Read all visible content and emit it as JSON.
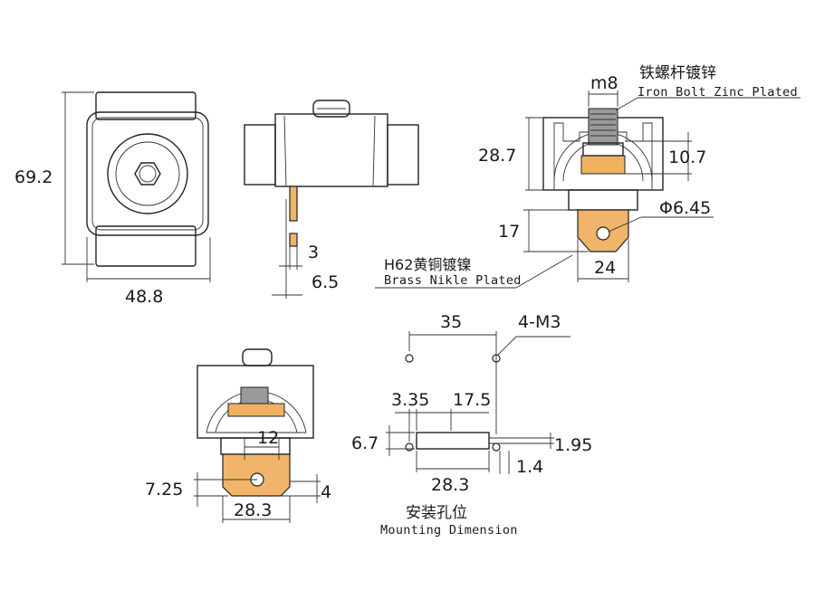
{
  "dimensions": {
    "front_height": "69.2",
    "front_width": "48.8",
    "side_thick": "3",
    "side_offset": "6.5",
    "bolt_size": "m8",
    "body_height": "28.7",
    "bolt_protrusion": "10.7",
    "hole_dia": "Φ6.45",
    "tongue_length": "17",
    "tongue_width": "24",
    "bottom_width_top": "12",
    "bottom_height": "7.25",
    "bottom_thick": "4",
    "bottom_width": "28.3",
    "mount_spacing": "35",
    "mount_holes": "4-M3",
    "mount_offset_left": "3.35",
    "mount_slot_width": "17.5",
    "mount_slot_height": "6.7",
    "mount_right_gap": "1.95",
    "mount_slot_len": "28.3",
    "mount_small": "1.4"
  },
  "labels": {
    "bolt_cn": "铁螺杆镀锌",
    "bolt_en": "Iron Bolt Zinc Plated",
    "brass_cn": "H62黄铜镀镍",
    "brass_en": "Brass Nikle Plated",
    "mount_cn": "安装孔位",
    "mount_en": "Mounting Dimension"
  }
}
